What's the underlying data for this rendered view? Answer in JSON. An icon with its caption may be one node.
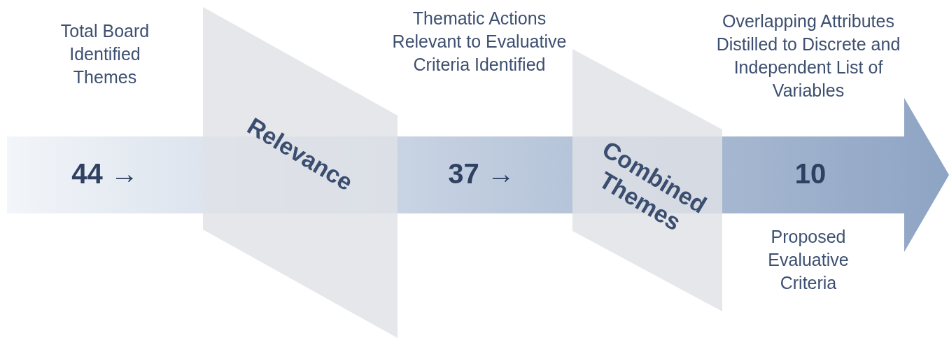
{
  "diagram": {
    "nodes": [
      {
        "text": [
          "Relevance"
        ]
      },
      {
        "text": [
          "Combined Themes"
        ]
      }
    ],
    "edges": [],
    "labels": [
      "Total Board Identified Themes",
      "44 →",
      "Thematic Actions Relevant to Evaluative Criteria Identified",
      "37 →",
      "Overlapping Attributes Distilled to Discrete and Independent List of Variables",
      "10",
      "Proposed Evaluative Criteria"
    ]
  }
}
